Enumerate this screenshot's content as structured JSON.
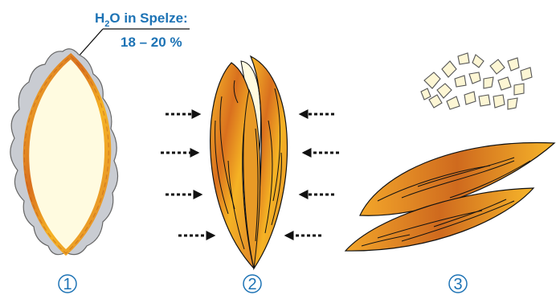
{
  "annotation": {
    "formula_main": "H",
    "formula_sub": "2",
    "formula_rest": "O in Spelze:",
    "value": "18 – 20 %"
  },
  "steps": [
    {
      "number": "1"
    },
    {
      "number": "2"
    },
    {
      "number": "3"
    }
  ],
  "colors": {
    "accent": "#1d73b5",
    "husk_orange": "#f0a21a",
    "husk_dark": "#c9601a",
    "kernel": "#fffbe0",
    "water_film": "#c9ccd2",
    "fragment": "#fdf6d4"
  },
  "icons": [
    "pressure-arrow-icon",
    "circled-number-icon"
  ]
}
